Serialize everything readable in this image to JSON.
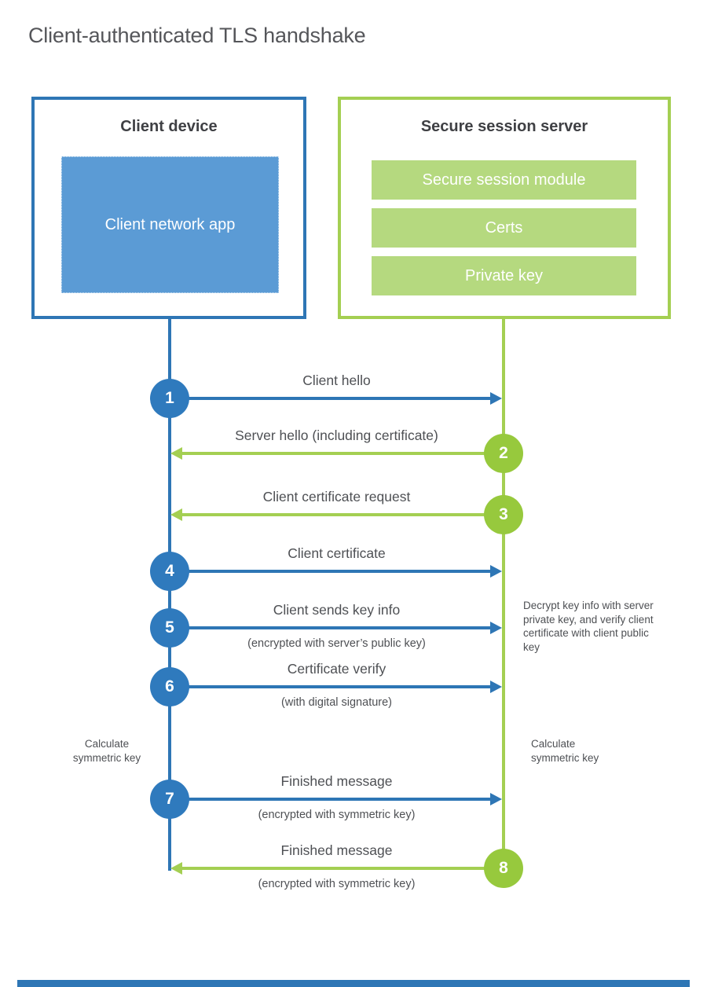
{
  "page": {
    "title": "Client-authenticated TLS handshake"
  },
  "client": {
    "title": "Client device",
    "app_label": "Client network app"
  },
  "server": {
    "title": "Secure session server",
    "modules": [
      "Secure session module",
      "Certs",
      "Private key"
    ]
  },
  "messages": [
    {
      "number": "1",
      "from": "client",
      "direction": "right",
      "label": "Client hello",
      "sublabel": ""
    },
    {
      "number": "2",
      "from": "server",
      "direction": "left",
      "label": "Server hello (including certificate)",
      "sublabel": ""
    },
    {
      "number": "3",
      "from": "server",
      "direction": "left",
      "label": "Client certificate request",
      "sublabel": ""
    },
    {
      "number": "4",
      "from": "client",
      "direction": "right",
      "label": "Client certificate",
      "sublabel": ""
    },
    {
      "number": "5",
      "from": "client",
      "direction": "right",
      "label": "Client sends key info",
      "sublabel": "(encrypted with server’s public key)"
    },
    {
      "number": "6",
      "from": "client",
      "direction": "right",
      "label": "Certificate verify",
      "sublabel": "(with digital signature)"
    },
    {
      "number": "7",
      "from": "client",
      "direction": "right",
      "label": "Finished message",
      "sublabel": "(encrypted with symmetric key)"
    },
    {
      "number": "8",
      "from": "server",
      "direction": "left",
      "label": "Finished message",
      "sublabel": "(encrypted with symmetric key)"
    }
  ],
  "notes": {
    "decrypt": "Decrypt key info with server private key, and verify client certificate with client public key",
    "calc_client": "Calculate symmetric key",
    "calc_server": "Calculate symmetric key"
  },
  "colors": {
    "blue": "#2E76B5",
    "blue_fill": "#5B9BD5",
    "green": "#A4CF52",
    "green_fill": "#B5D97F",
    "green_circle": "#97C93D",
    "text_dark": "#3F4044",
    "text_gray": "#4E5054"
  }
}
